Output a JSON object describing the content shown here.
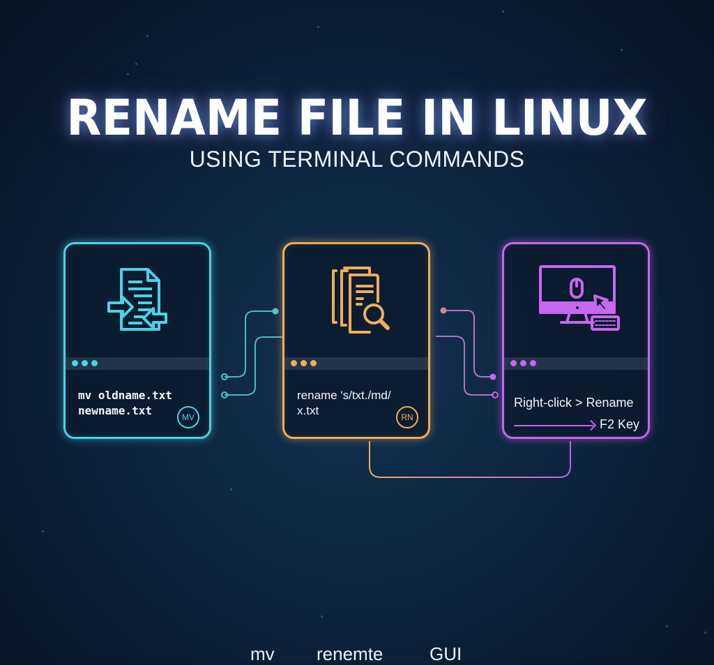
{
  "header": {
    "title": "RENAME FILE IN LINUX",
    "subtitle": "USING TERMINAL COMMANDS"
  },
  "cards": [
    {
      "id": "mv",
      "color": "#49d3e6",
      "icon": "document-swap-arrows-icon",
      "command_line1": "mv oldname.txt",
      "command_line2": "newname.txt",
      "badge": "MV"
    },
    {
      "id": "rename",
      "color": "#f0ad5a",
      "icon": "documents-search-icon",
      "command_line1": "rename 's/txt./md/",
      "command_line2": "x.txt",
      "badge": "RN"
    },
    {
      "id": "gui",
      "color": "#c766ee",
      "icon": "desktop-mouse-keyboard-icon",
      "command_line1": "Right-click > Rename",
      "shortcut": "F2 Key"
    }
  ],
  "footer": {
    "labels": [
      "mv",
      "renemte",
      "GUI"
    ]
  },
  "colors": {
    "background": "#0e2641",
    "cyan": "#49d3e6",
    "orange": "#f0ad5a",
    "purple": "#c766ee"
  }
}
